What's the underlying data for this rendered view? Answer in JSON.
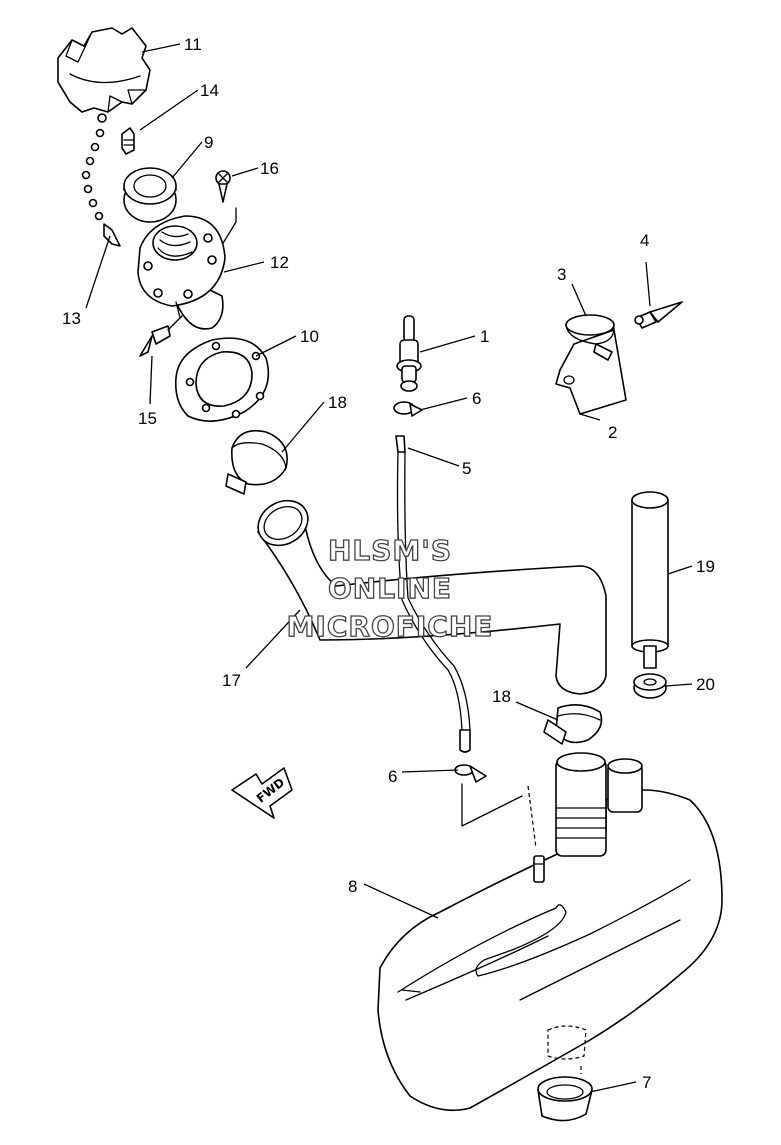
{
  "watermark": {
    "line1": "HLSM'S",
    "line2": "ONLINE",
    "line3": "MICROFICHE"
  },
  "direction_arrow": {
    "label": "FWD"
  },
  "callouts": [
    {
      "num": "1",
      "part": "fuel-valve"
    },
    {
      "num": "2",
      "part": "bracket"
    },
    {
      "num": "3",
      "part": "band"
    },
    {
      "num": "4",
      "part": "rivet"
    },
    {
      "num": "5",
      "part": "breather-hose"
    },
    {
      "num": "6",
      "part": "hose-clip"
    },
    {
      "num": "6",
      "part": "hose-clip-lower"
    },
    {
      "num": "7",
      "part": "drain-grommet"
    },
    {
      "num": "8",
      "part": "fuel-tank"
    },
    {
      "num": "9",
      "part": "packing"
    },
    {
      "num": "10",
      "part": "gasket"
    },
    {
      "num": "11",
      "part": "filler-cap"
    },
    {
      "num": "12",
      "part": "filler-neck"
    },
    {
      "num": "13",
      "part": "cap-chain"
    },
    {
      "num": "14",
      "part": "screw"
    },
    {
      "num": "15",
      "part": "rivet-lower"
    },
    {
      "num": "16",
      "part": "tapping-screw"
    },
    {
      "num": "17",
      "part": "filler-hose"
    },
    {
      "num": "18",
      "part": "hose-clamp-upper"
    },
    {
      "num": "18",
      "part": "hose-clamp-lower"
    },
    {
      "num": "19",
      "part": "breather-pipe"
    },
    {
      "num": "20",
      "part": "grommet"
    }
  ]
}
